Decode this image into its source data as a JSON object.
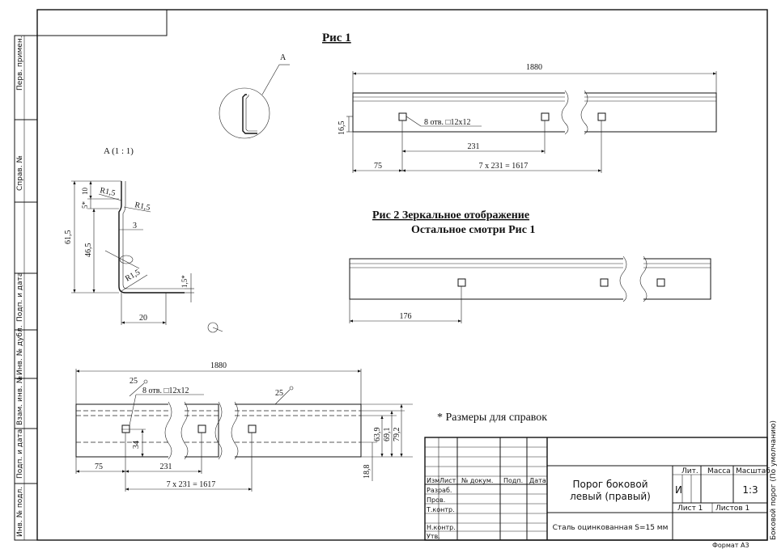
{
  "sheet": {
    "format_label": "Формат А3",
    "corner_label": "Боковой порог (По умолчанию)"
  },
  "side_stamp": {
    "perv_primen": "Перв. примен.",
    "sprav_no": "Справ. №",
    "podp_data_1": "Подп. и дата",
    "inv_dubl": "Инв. № дубл.",
    "vzam_inv": "Взам. инв. №",
    "podp_data_2": "Подп. и дата",
    "inv_podl": "Инв. № подл."
  },
  "fig1": {
    "title": "Рис 1",
    "length": "1880",
    "height": "16,5",
    "holes_note": "8 отв. □12x12",
    "pitch": "231",
    "offset": "75",
    "total_pitch": "7 x 231 = 1617"
  },
  "detail": {
    "callout": "A",
    "title": "A (1 : 1)",
    "dim_10": "10",
    "dim_5": "5*",
    "dim_61_5": "61,5",
    "dim_46_5": "46,5",
    "dim_3": "3",
    "dim_20": "20",
    "dim_1_5": "1,5*",
    "r_top_1": "R1,5",
    "r_top_2": "R1,5",
    "r_bottom": "R1,5"
  },
  "fig2": {
    "title": "Рис 2 Зеркальное отображение",
    "subtitle": "Остальное смотри Рис 1",
    "dim_176": "176"
  },
  "fig3": {
    "length": "1880",
    "dim_25a": "25",
    "dim_25b": "25",
    "holes_note": "8 отв. □12x12",
    "dim_34": "34",
    "offset": "75",
    "pitch": "231",
    "total_pitch": "7 x 231 = 1617",
    "dim_63_9": "63,9",
    "dim_69_1": "69,1",
    "dim_79_2": "79,2",
    "dim_18_8": "18,8"
  },
  "note": "* Размеры для справок",
  "title_block": {
    "headers": {
      "izm": "Изм",
      "list": "Лист",
      "doc_no": "№ докум.",
      "podp": "Подп.",
      "data": "Дата"
    },
    "roles": [
      "Разраб.",
      "Пров.",
      "Т.контр.",
      "",
      "Н.контр.",
      "Утв."
    ],
    "name_line1": "Порог боковой",
    "name_line2": "левый (правый)",
    "material": "Сталь оцинкованная S=15 мм",
    "lit_label": "Лит.",
    "mass_label": "Масса",
    "scale_label": "Масштаб",
    "lit_value": "И",
    "scale_value": "1:3",
    "sheet_label": "Лист 1",
    "sheets_label": "Листов 1"
  }
}
